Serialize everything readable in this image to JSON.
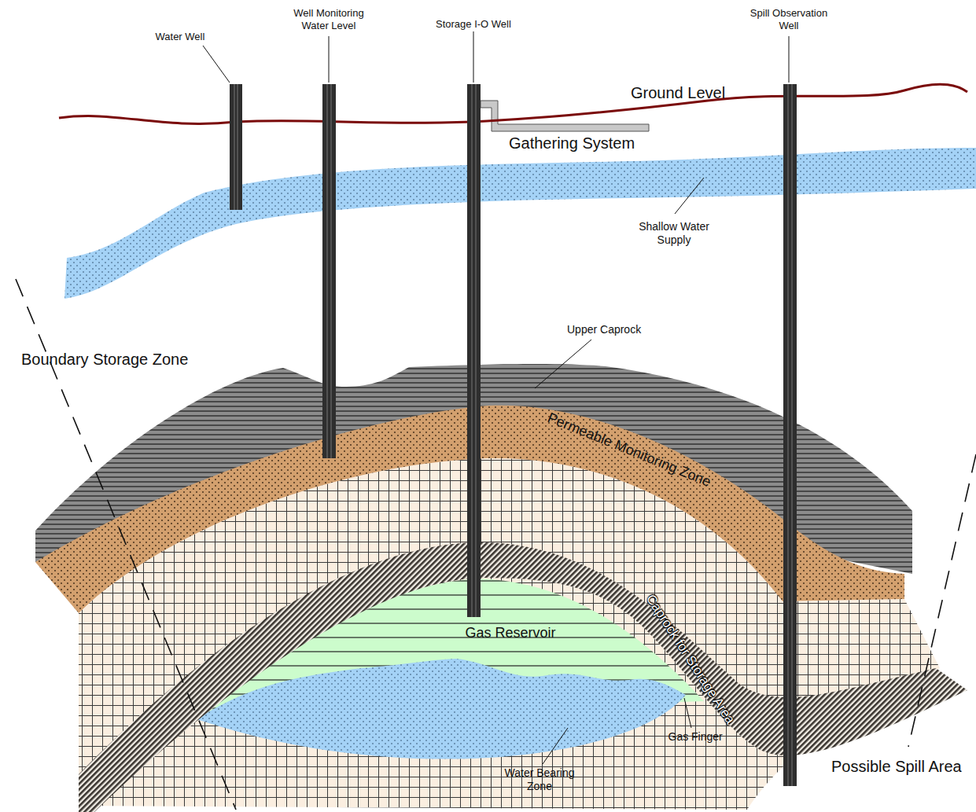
{
  "diagram": {
    "labels": [
      "Water Well",
      "Well Monitoring Water Level",
      "Storage I-O Well",
      "Spill Observation Well",
      "Ground Level",
      "Gathering System",
      "Shallow Water Supply",
      "Boundary Storage Zone",
      "Upper Caprock",
      "Permeable Monitoring Zone",
      "Gas Reservoir",
      "Caprock for Storage Area",
      "Gas Finger",
      "Water Bearing Zone",
      "Possible Spill Area"
    ]
  }
}
